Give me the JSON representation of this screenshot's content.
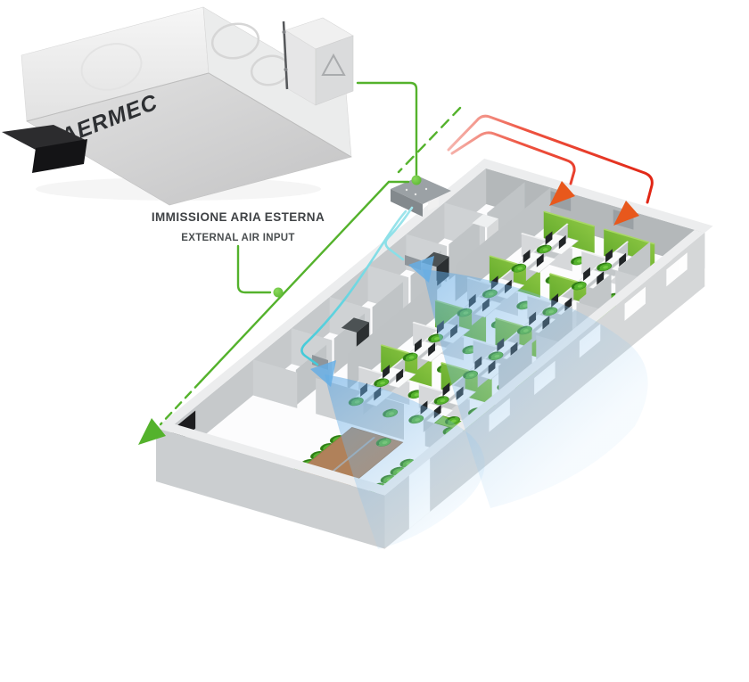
{
  "caption": {
    "line1": "IMMISSIONE ARIA ESTERNA",
    "line2": "EXTERNAL AIR INPUT"
  },
  "unit": {
    "brand": "AERMEC"
  },
  "colors": {
    "green": "#54b22c",
    "green-dark": "#3a8c1c",
    "green-panel": "#6db52f",
    "green-panel-light": "#95cc48",
    "red": "#e02312",
    "red-light": "#f6beb8",
    "arrow-orange": "#e8581c",
    "cyan": "#3fc9d8",
    "cyan-light": "#a5e7ed",
    "stream-blue": "#5aa5e2",
    "stream-blue-light": "#a8d4f4",
    "wall": "#c6c9cb",
    "wall-dark": "#b4b8ba",
    "wall-light": "#d5d7d8",
    "wall-top": "#ecedee",
    "floor": "#fcfcfd",
    "table-wood": "#b0815a",
    "text": "#3f4245",
    "dark": "#1f2224"
  }
}
